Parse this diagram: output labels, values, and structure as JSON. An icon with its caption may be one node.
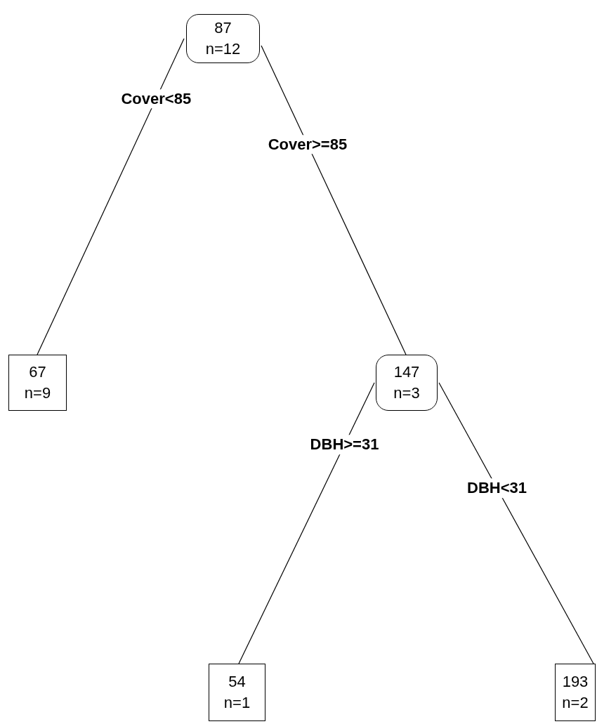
{
  "diagram": {
    "nodes": [
      {
        "text": [
          "87",
          "n=12"
        ]
      },
      {
        "text": [
          "67",
          "n=9"
        ]
      },
      {
        "text": [
          "147",
          "n=3"
        ]
      },
      {
        "text": [
          "54",
          "n=1"
        ]
      },
      {
        "text": [
          "193",
          "n=2"
        ]
      }
    ],
    "edges": [
      {
        "from": 0,
        "to": 1,
        "arrow": "none",
        "label": "Cover<85"
      },
      {
        "from": 0,
        "to": 2,
        "arrow": "none",
        "label": "Cover>=85"
      },
      {
        "from": 2,
        "to": 3,
        "arrow": "none",
        "label": "DBH>=31"
      },
      {
        "from": 2,
        "to": 4,
        "arrow": "none",
        "label": "DBH<31"
      }
    ]
  }
}
